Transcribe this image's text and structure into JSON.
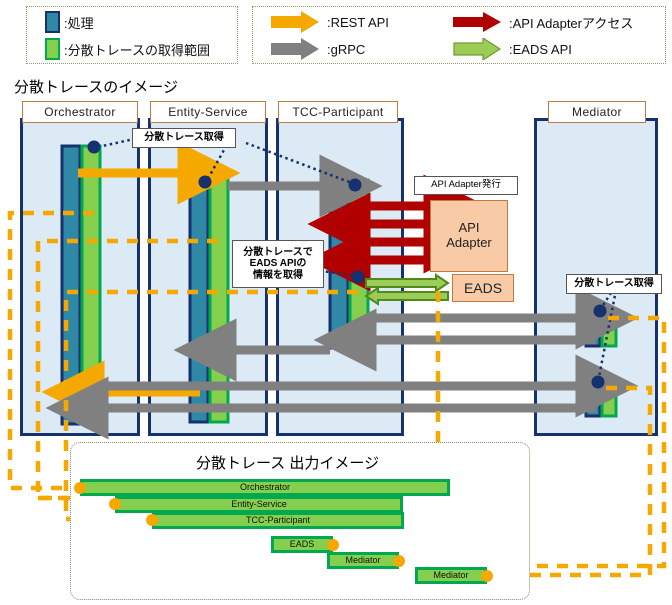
{
  "legend": {
    "left": [
      {
        "icon": "process-swatch",
        "label": ":処理"
      },
      {
        "icon": "trace-scope-swatch",
        "label": ":分散トレースの取得範囲"
      }
    ],
    "right": [
      {
        "icon": "orange-arrow-icon",
        "label": ":REST API"
      },
      {
        "icon": "red-arrow-icon",
        "label": ":API Adapterアクセス"
      },
      {
        "icon": "gray-arrow-icon",
        "label": ":gRPC"
      },
      {
        "icon": "green-arrow-icon",
        "label": ":EADS API"
      }
    ]
  },
  "headings": {
    "diagram_title": "分散トレースのイメージ",
    "trace_output_title": "分散トレース 出力イメージ"
  },
  "lanes": [
    {
      "name": "orchestrator",
      "label": "Orchestrator"
    },
    {
      "name": "entity-service",
      "label": "Entity-Service"
    },
    {
      "name": "tcc-participant",
      "label": "TCC-Participant"
    },
    {
      "name": "mediator",
      "label": "Mediator"
    }
  ],
  "external_boxes": [
    {
      "name": "api-adapter-box",
      "label": "API\nAdapter"
    },
    {
      "name": "eads-box",
      "label": "EADS"
    }
  ],
  "callouts": [
    {
      "name": "callout-trace-acquire-top",
      "label": "分散トレース取得"
    },
    {
      "name": "callout-api-adapter-issue",
      "label": "API Adapter発行"
    },
    {
      "name": "callout-trace-eads-info",
      "label": "分散トレースで\nEADS APIの\n情報を取得"
    },
    {
      "name": "callout-trace-acquire-mediator",
      "label": "分散トレース取得"
    }
  ],
  "trace_bars": [
    {
      "name": "trace-bar-orchestrator",
      "label": "Orchestrator"
    },
    {
      "name": "trace-bar-entity-service",
      "label": "Entity-Service"
    },
    {
      "name": "trace-bar-tcc-participant",
      "label": "TCC-Participant"
    },
    {
      "name": "trace-bar-eads",
      "label": "EADS"
    },
    {
      "name": "trace-bar-mediator-1",
      "label": "Mediator"
    },
    {
      "name": "trace-bar-mediator-2",
      "label": "Mediator"
    }
  ],
  "colors": {
    "rest_api": "#f5a800",
    "grpc": "#808080",
    "api_adapter": "#b00000",
    "eads_api": "#8bc34a",
    "lane_border": "#16326e",
    "lane_fill": "#dbeaf4",
    "process": "#2e88a6",
    "trace_scope": "#84cf4e",
    "trace_scope_border": "#00a94f",
    "box_fill": "#f8cba6",
    "box_border": "#c07a3e"
  }
}
